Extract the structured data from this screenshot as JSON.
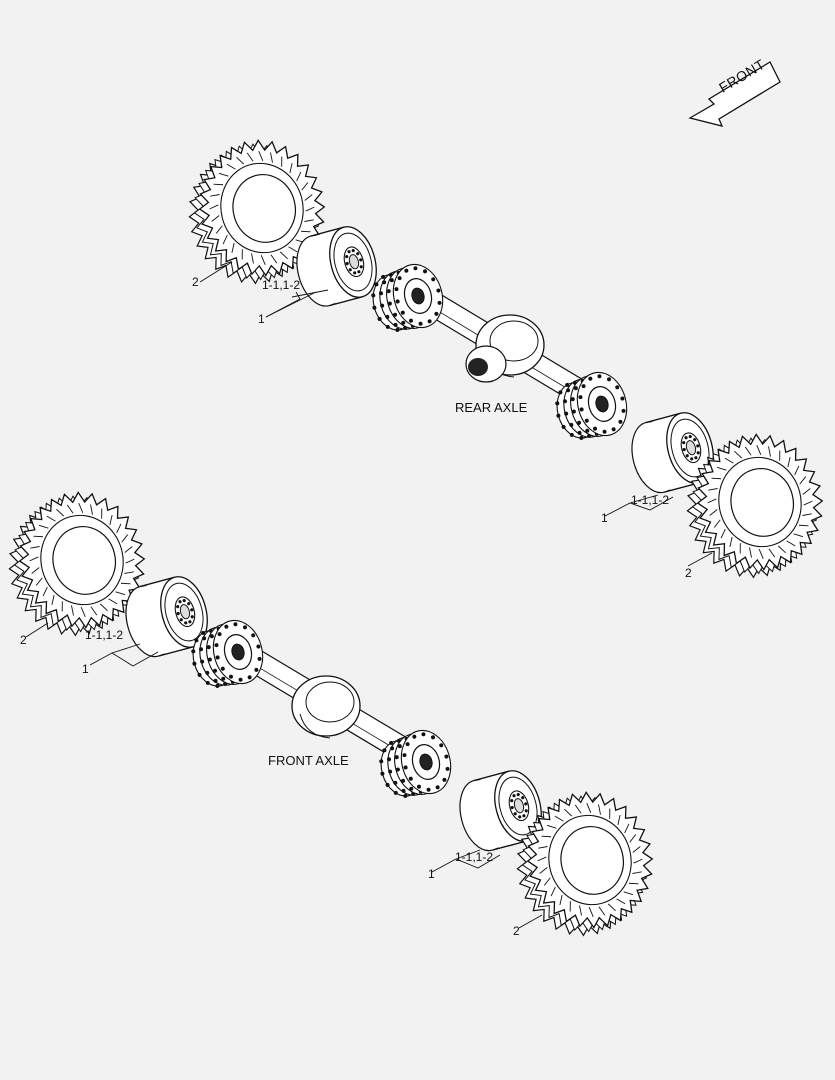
{
  "direction": {
    "label": "FRONT"
  },
  "rear_axle": {
    "title": "REAR AXLE",
    "left_wheel": {
      "tire_callout": "2",
      "rim_callout": "1-1,1-2",
      "assembly_callout": "1"
    },
    "right_wheel": {
      "tire_callout": "2",
      "rim_callout": "1-1,1-2",
      "assembly_callout": "1"
    }
  },
  "front_axle": {
    "title": "FRONT AXLE",
    "left_wheel": {
      "tire_callout": "2",
      "rim_callout": "1-1,1-2",
      "assembly_callout": "1"
    },
    "right_wheel": {
      "tire_callout": "2",
      "rim_callout": "1-1,1-2",
      "assembly_callout": "1"
    }
  },
  "colors": {
    "background": "#f2f2f2",
    "line": "#111111",
    "fill": "#ffffff"
  }
}
